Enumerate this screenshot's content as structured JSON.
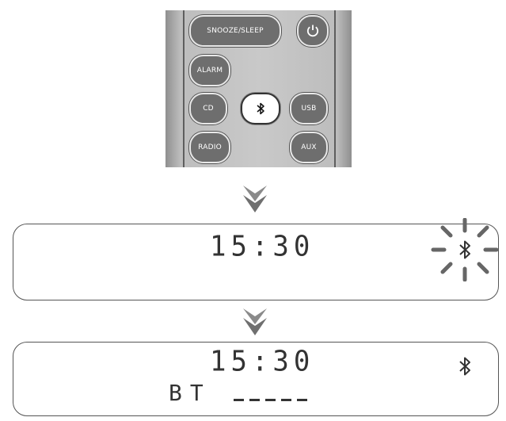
{
  "remote": {
    "buttons": {
      "snooze_sleep": "SNOOZE/SLEEP",
      "power": "power-icon",
      "alarm": "ALARM",
      "cd": "CD",
      "bluetooth": "bluetooth-icon",
      "usb": "USB",
      "radio": "RADIO",
      "aux": "AUX"
    }
  },
  "display1": {
    "time": "15:30",
    "icon": "bluetooth-icon (flashing)"
  },
  "display2": {
    "time": "15:30",
    "source": "BT",
    "dashes": "- - - - -",
    "icon": "bluetooth-icon"
  },
  "colors": {
    "remote_body": "#c9c9c9",
    "button_fill": "#6e6e6e",
    "arrow": "#777777",
    "lcd_text": "#333333"
  }
}
